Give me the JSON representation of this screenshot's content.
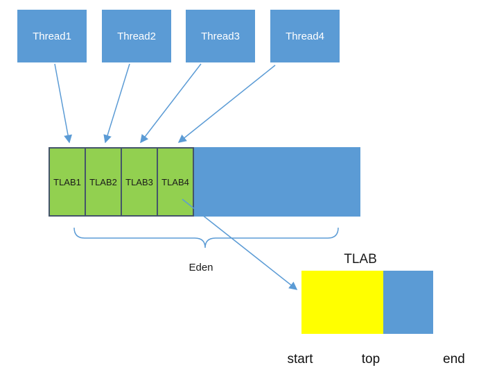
{
  "threads": [
    {
      "label": "Thread1"
    },
    {
      "label": "Thread2"
    },
    {
      "label": "Thread3"
    },
    {
      "label": "Thread4"
    }
  ],
  "eden": {
    "tlabs": [
      {
        "label": "TLAB1"
      },
      {
        "label": "TLAB2"
      },
      {
        "label": "TLAB3"
      },
      {
        "label": "TLAB4"
      }
    ],
    "brace_label": "Eden"
  },
  "tlab_detail": {
    "title": "TLAB",
    "markers": {
      "start": "start",
      "top": "top",
      "end": "end"
    }
  },
  "colors": {
    "blue": "#5B9BD5",
    "green": "#92D050",
    "yellow": "#FFFF00",
    "arrow": "#5B9BD5",
    "cell_border": "#44546A"
  }
}
